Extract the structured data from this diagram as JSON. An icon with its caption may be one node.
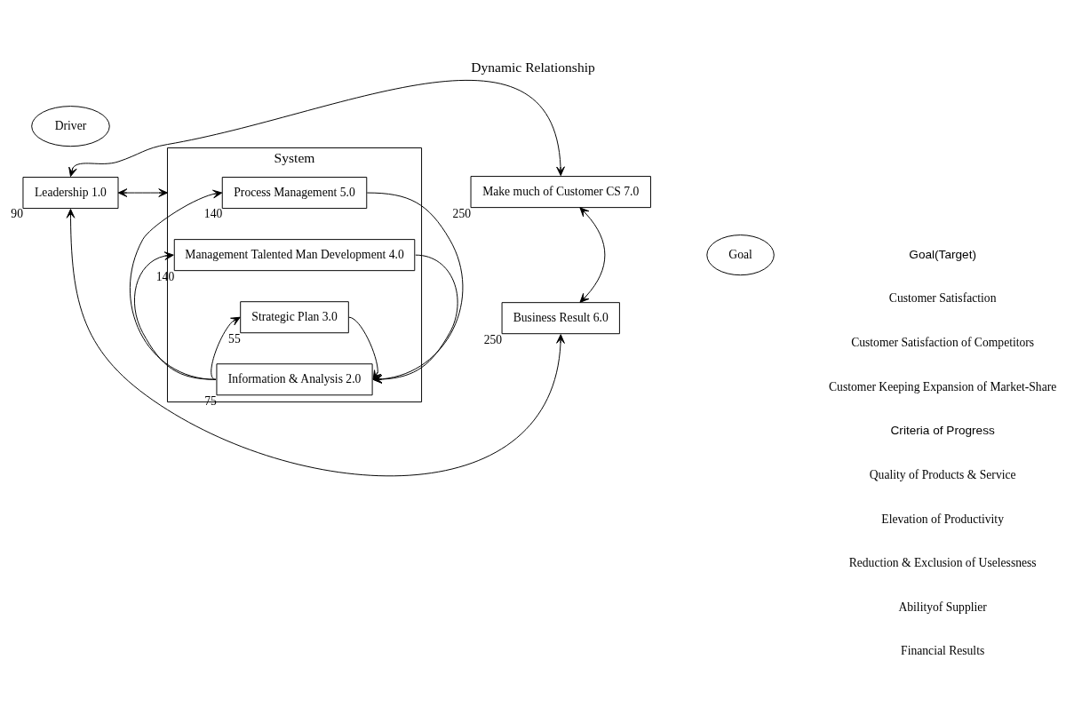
{
  "diagram": {
    "title": "Dynamic Relationship",
    "nodes": [
      {
        "text": [
          "Leadership 1.0"
        ],
        "beside": [
          "90"
        ]
      },
      {
        "text": [
          "System"
        ]
      },
      {
        "text": [
          "Process Management 5.0"
        ],
        "in": 1,
        "beside": [
          "140"
        ]
      },
      {
        "text": [
          "Management Talented Man Development 4.0"
        ],
        "in": 1,
        "beside": [
          "140"
        ]
      },
      {
        "text": [
          "Strategic Plan 3.0"
        ],
        "in": 1,
        "beside": [
          "55"
        ]
      },
      {
        "text": [
          "Information & Analysis 2.0"
        ],
        "in": 1,
        "beside": [
          "75"
        ]
      },
      {
        "text": [
          "Driver"
        ]
      },
      {
        "text": [
          "Make much of Customer CS 7.0"
        ],
        "beside": [
          "250"
        ]
      },
      {
        "text": [
          "Goal"
        ]
      },
      {
        "text": [
          "Business Result 6.0"
        ],
        "beside": [
          "250"
        ]
      }
    ],
    "edges": [
      {
        "from": 0,
        "to": 1,
        "arrow": "both"
      },
      {
        "from": 5,
        "to": 2,
        "arrow": "to"
      },
      {
        "from": 5,
        "to": 3,
        "arrow": "to"
      },
      {
        "from": 5,
        "to": 4,
        "arrow": "to"
      },
      {
        "from": 2,
        "to": 5,
        "arrow": "to"
      },
      {
        "from": 3,
        "to": 5,
        "arrow": "to"
      },
      {
        "from": 4,
        "to": 5,
        "arrow": "to"
      },
      {
        "from": 0,
        "to": 7,
        "arrow": "both"
      },
      {
        "from": 7,
        "to": 9,
        "arrow": "both"
      },
      {
        "from": 0,
        "to": 9,
        "arrow": "both"
      }
    ],
    "labels": [
      "Goal(Target)",
      "Customer Satisfaction",
      "Customer Satisfaction of Competitors",
      "Customer Keeping Expansion of Market-Share",
      "Criteria of Progress",
      "Quality of Products & Service",
      "Elevation of Productivity",
      "Reduction & Exclusion of Uselessness",
      "Abilityof Supplier",
      "Financial Results"
    ]
  }
}
